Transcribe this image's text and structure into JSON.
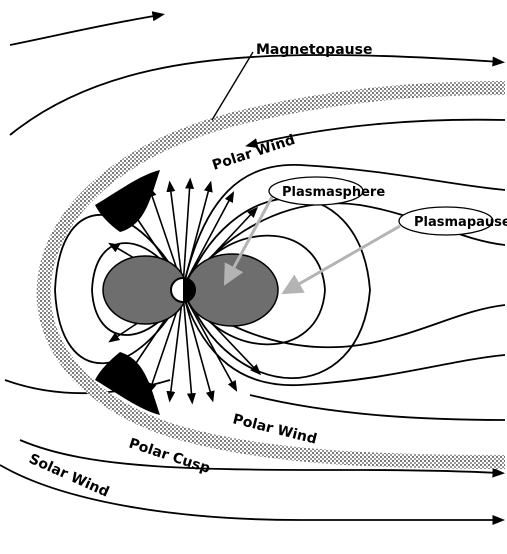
{
  "diagram": {
    "labels": {
      "magnetopause": "Magnetopause",
      "polar_wind_upper": "Polar Wind",
      "plasmasphere": "Plasmasphere",
      "plasmapause": "Plasmapause",
      "polar_wind_lower": "Polar Wind",
      "polar_cusp": "Polar Cusp",
      "solar_wind": "Solar Wind"
    },
    "colors": {
      "ink": "#000000",
      "plasmasphere_fill": "#6e6e6e",
      "pointer": "#b4b4b4",
      "magnetopause_band": "#8c8c8c"
    }
  }
}
